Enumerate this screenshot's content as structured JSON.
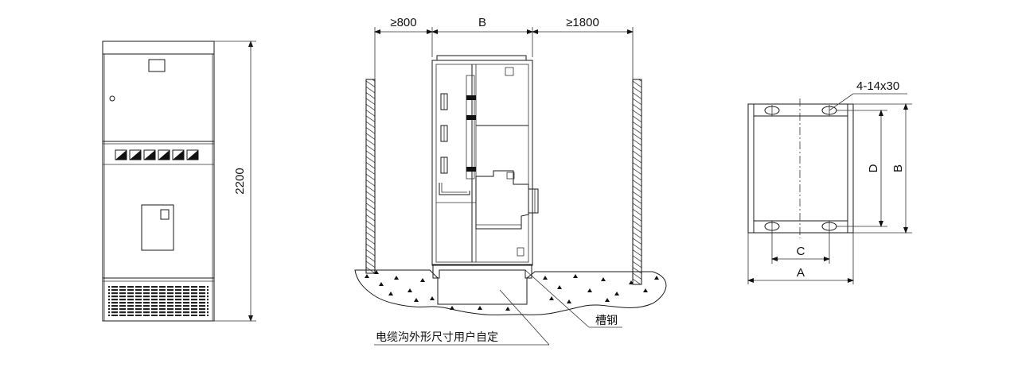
{
  "front_view": {
    "height_label": "2200"
  },
  "section_view": {
    "left_clearance": "≥800",
    "width_label": "B",
    "right_clearance": "≥1800",
    "channel_steel_label": "槽钢",
    "cable_trench_note": "电缆沟外形尺寸用户自定"
  },
  "base_plan": {
    "hole_spec": "4-14x30",
    "dim_a": "A",
    "dim_b": "B",
    "dim_c": "C",
    "dim_d": "D"
  }
}
